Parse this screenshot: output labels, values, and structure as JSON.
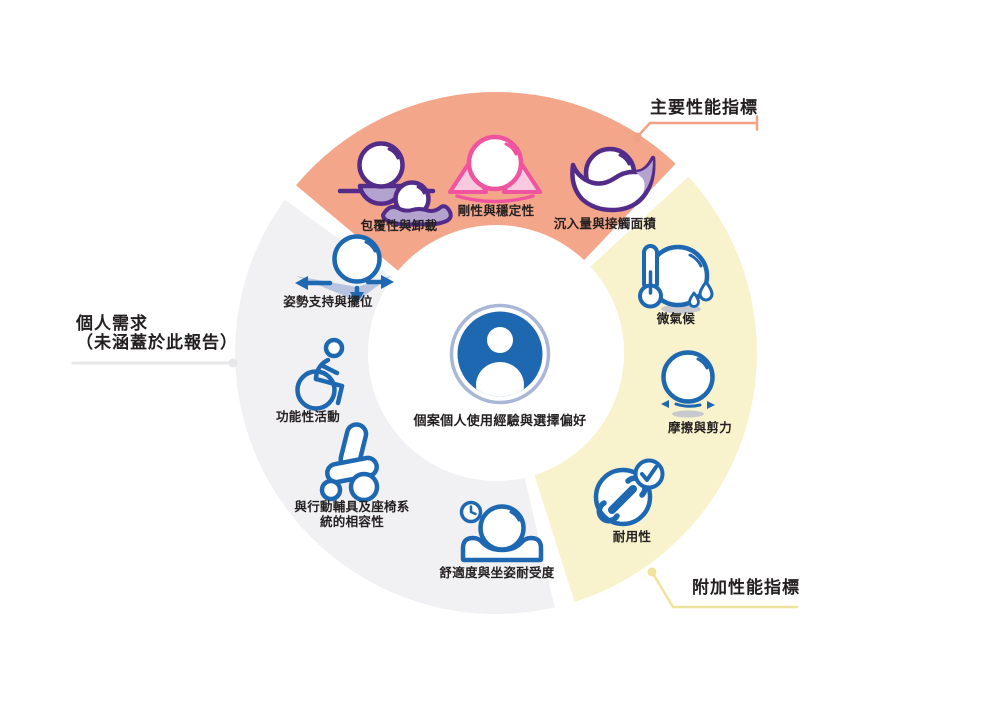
{
  "diagram": {
    "type": "circular-segment-diagram",
    "center": {
      "label": "個案個人使用經驗與選擇偏好",
      "icon": "person-icon"
    },
    "sections": {
      "primary": {
        "label": "主要性能指標"
      },
      "additional": {
        "label": "附加性能指標"
      },
      "personal": {
        "label_line1": "個人需求",
        "label_line2": "（未涵蓋於此報告）"
      }
    },
    "items": {
      "envelopment": {
        "label": "包覆性與卸載",
        "icon": "balls-envelopment-icon",
        "section": "primary"
      },
      "stiffness": {
        "label": "剛性與穩定性",
        "icon": "ball-triangles-icon",
        "section": "primary"
      },
      "immersion": {
        "label": "沉入量與接觸面積",
        "icon": "ball-immersion-icon",
        "section": "primary"
      },
      "microclimate": {
        "label": "微氣候",
        "icon": "thermometer-ball-icon",
        "section": "additional"
      },
      "friction": {
        "label": "摩擦與剪力",
        "icon": "ball-shear-arrows-icon",
        "section": "additional"
      },
      "durability": {
        "label": "耐用性",
        "icon": "wrench-check-icon",
        "section": "additional"
      },
      "comfort": {
        "label": "舒適度與坐姿耐受度",
        "icon": "clock-ball-cushion-icon",
        "section": "personal"
      },
      "compatibility": {
        "label_line1": "與行動輔具及座椅系",
        "label_line2": "統的相容性",
        "icon": "power-wheelchair-icon",
        "section": "personal"
      },
      "functional": {
        "label": "功能性活動",
        "icon": "wheelchair-user-icon",
        "section": "personal"
      },
      "postural": {
        "label": "姿勢支持與擺位",
        "icon": "ball-direction-arrows-icon",
        "section": "personal"
      }
    }
  },
  "colors": {
    "primary_segment": "#F4A68A",
    "additional_segment": "#F8F3CC",
    "personal_segment": "#F1F1F3",
    "blue": "#1E68B2",
    "ring": "#A9B6D6",
    "wedge": "#B8C3DF",
    "purple": "#532C8A",
    "purple_light": "#B4A3CF",
    "pink": "#F0549E",
    "pink_light": "#F9C9E0",
    "shadow": "#C8C9CE",
    "text": "#231F20",
    "callout_primary": "#F2A284",
    "callout_additional": "#EFE49B",
    "callout_personal": "#E7E7E9",
    "white": "#FFFFFF"
  }
}
